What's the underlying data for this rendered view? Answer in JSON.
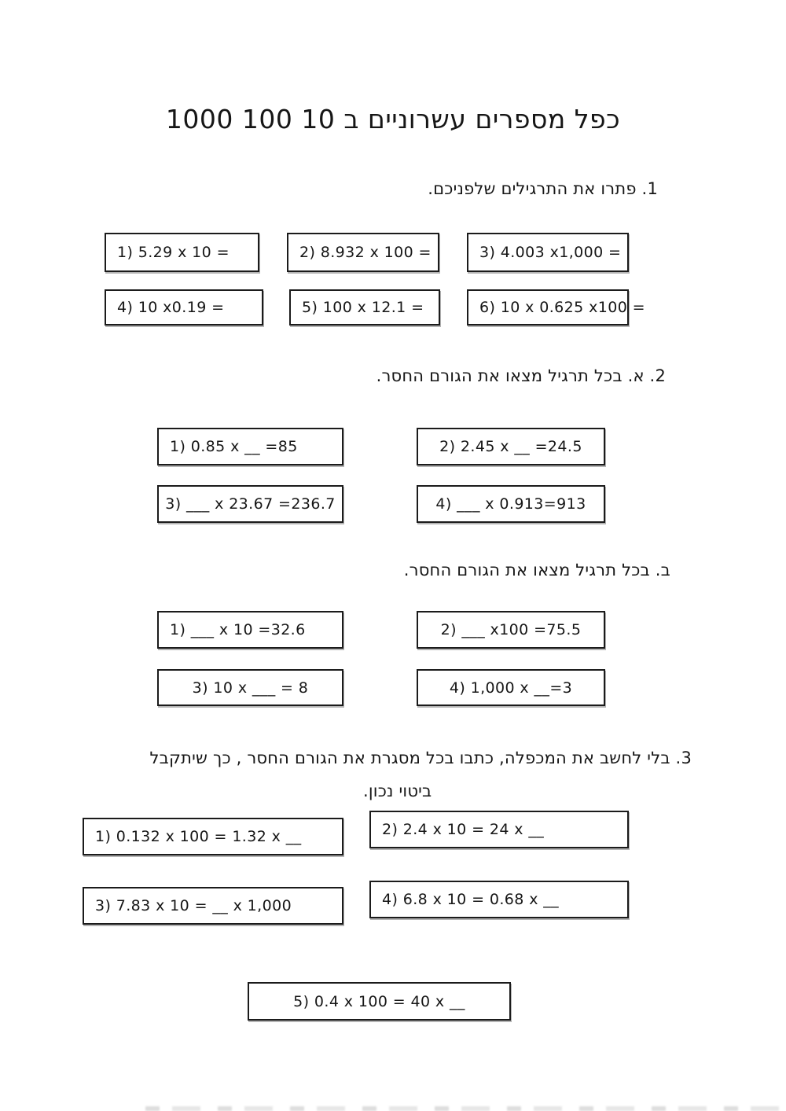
{
  "title": "כפל מספרים עשרוניים ב 10 100 1000",
  "ink_color": "#161616",
  "box_border_color": "#1b1b1b",
  "sections": [
    {
      "heading": "1. פתרו את התרגילים שלפניכם.",
      "exercises": [
        {
          "text": "1)  5.29  x 10 ="
        },
        {
          "text": "2) 8.932 x 100 ="
        },
        {
          "text": "3) 4.003 x1,000 ="
        },
        {
          "text": "4)  10 x0.19 ="
        },
        {
          "text": "5)  100 x 12.1 ="
        },
        {
          "text": "6) 10 x 0.625 x100 ="
        }
      ]
    },
    {
      "heading": "2. א. בכל תרגיל מצאו את הגורם החסר.",
      "exercises": [
        {
          "text": "1)  0.85 x __ =85"
        },
        {
          "text": "2)  2.45 x __ =24.5"
        },
        {
          "text": "3)  ___ x 23.67 =236.7"
        },
        {
          "text": "4)  ___ x 0.913=913"
        }
      ]
    },
    {
      "heading": "ב. בכל תרגיל מצאו את הגורם החסר.",
      "exercises": [
        {
          "text": "1)  ___ x 10 =32.6"
        },
        {
          "text": "2)  ___ x100 =75.5"
        },
        {
          "text": "3)  10 x ___ = 8"
        },
        {
          "text": "4)  1,000 x __=3"
        }
      ]
    },
    {
      "heading_line1": "3. בלי לחשב את המכפלה, כתבו בכל מסגרת את הגורם החסר , כך שיתקבל",
      "heading_line2": "ביטוי נכון.",
      "exercises": [
        {
          "text": "1)  0.132 x 100 = 1.32 x __"
        },
        {
          "text": "2)  2.4 x 10 = 24 x __"
        },
        {
          "text": "3)  7.83 x 10 = __ x 1,000"
        },
        {
          "text": "4) 6.8 x 10 = 0.68 x __"
        },
        {
          "text": "5)  0.4 x 100 = 40 x __"
        }
      ]
    }
  ]
}
